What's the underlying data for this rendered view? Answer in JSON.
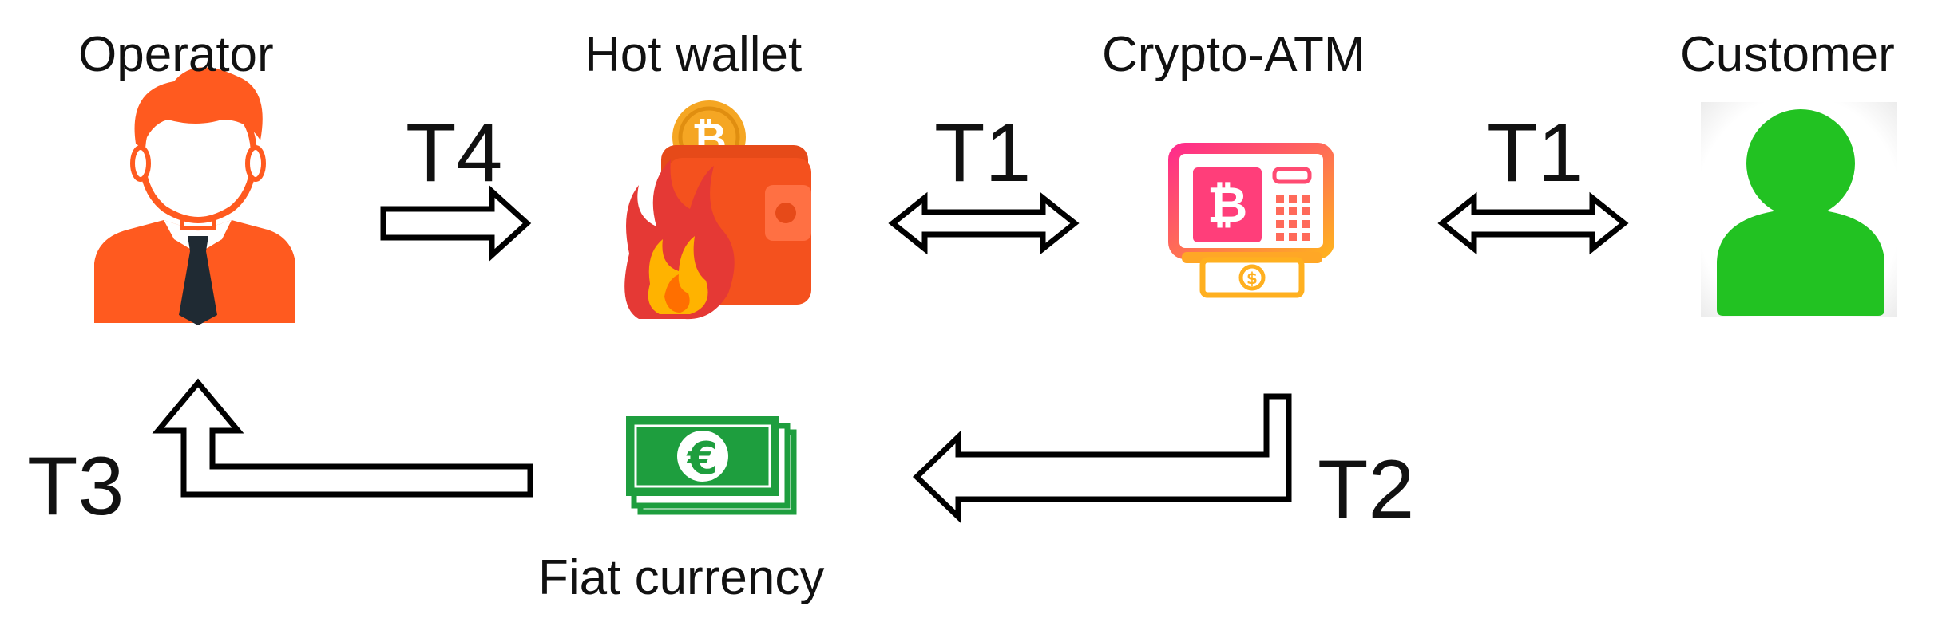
{
  "diagram": {
    "nodes": {
      "operator": {
        "label": "Operator",
        "icon": "businessman-icon"
      },
      "hot_wallet": {
        "label": "Hot wallet",
        "icon": "burning-bitcoin-wallet-icon"
      },
      "crypto_atm": {
        "label": "Crypto-ATM",
        "icon": "bitcoin-atm-icon"
      },
      "customer": {
        "label": "Customer",
        "icon": "person-silhouette-icon"
      },
      "fiat_currency": {
        "label": "Fiat currency",
        "icon": "euro-banknotes-icon"
      }
    },
    "transactions": {
      "operator_to_wallet": "T4",
      "wallet_atm": "T1",
      "atm_customer": "T1",
      "atm_to_fiat": "T2",
      "fiat_to_operator": "T3"
    },
    "colors": {
      "operator": "#FF5A1F",
      "wallet": "#F4511E",
      "flame": "#E53935",
      "bitcoin_coin": "#F5A623",
      "atm_gradient_start": "#FF2D8A",
      "atm_gradient_end": "#FFB020",
      "customer": "#22C222",
      "banknote": "#1E9E3E",
      "arrow_stroke": "#000000"
    }
  }
}
